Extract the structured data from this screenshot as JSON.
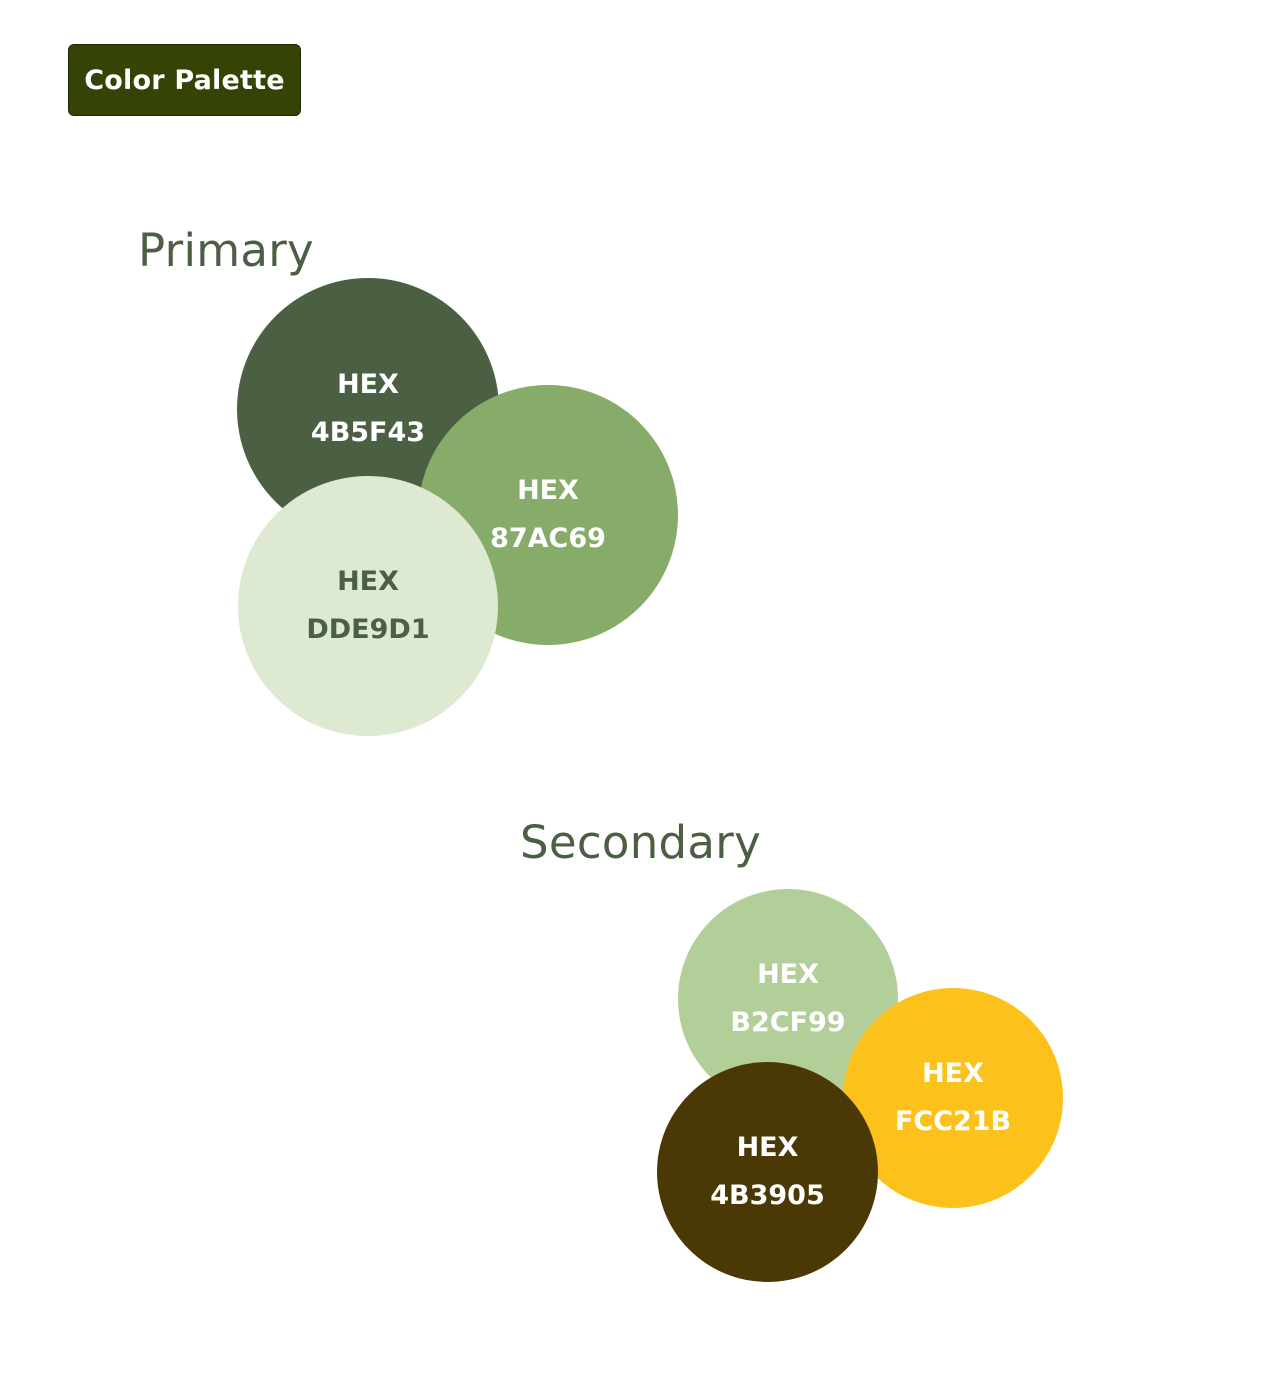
{
  "badge": {
    "label": "Color Palette",
    "background": "#344405"
  },
  "primary": {
    "title": "Primary",
    "swatches": [
      {
        "label": "HEX",
        "code": "4B5F43",
        "color": "#4B5F43",
        "text_color": "#FFFFFF"
      },
      {
        "label": "HEX",
        "code": "87AC69",
        "color": "#87AC69",
        "text_color": "#FFFFFF"
      },
      {
        "label": "HEX",
        "code": "DDE9D1",
        "color": "#DDE9D1",
        "text_color": "#4B5F43"
      }
    ]
  },
  "secondary": {
    "title": "Secondary",
    "swatches": [
      {
        "label": "HEX",
        "code": "B2CF99",
        "color": "#B2CF99",
        "text_color": "#FFFFFF"
      },
      {
        "label": "HEX",
        "code": "FCC21B",
        "color": "#FCC21B",
        "text_color": "#FFFFFF"
      },
      {
        "label": "HEX",
        "code": "4B3905",
        "color": "#4B3905",
        "text_color": "#FFFFFF"
      }
    ]
  }
}
